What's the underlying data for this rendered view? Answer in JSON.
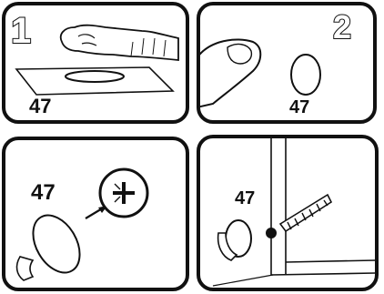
{
  "panels": [
    {
      "step": "1",
      "part": "47"
    },
    {
      "step": "2",
      "part": "47"
    },
    {
      "part": "47"
    },
    {
      "part": "47"
    }
  ]
}
